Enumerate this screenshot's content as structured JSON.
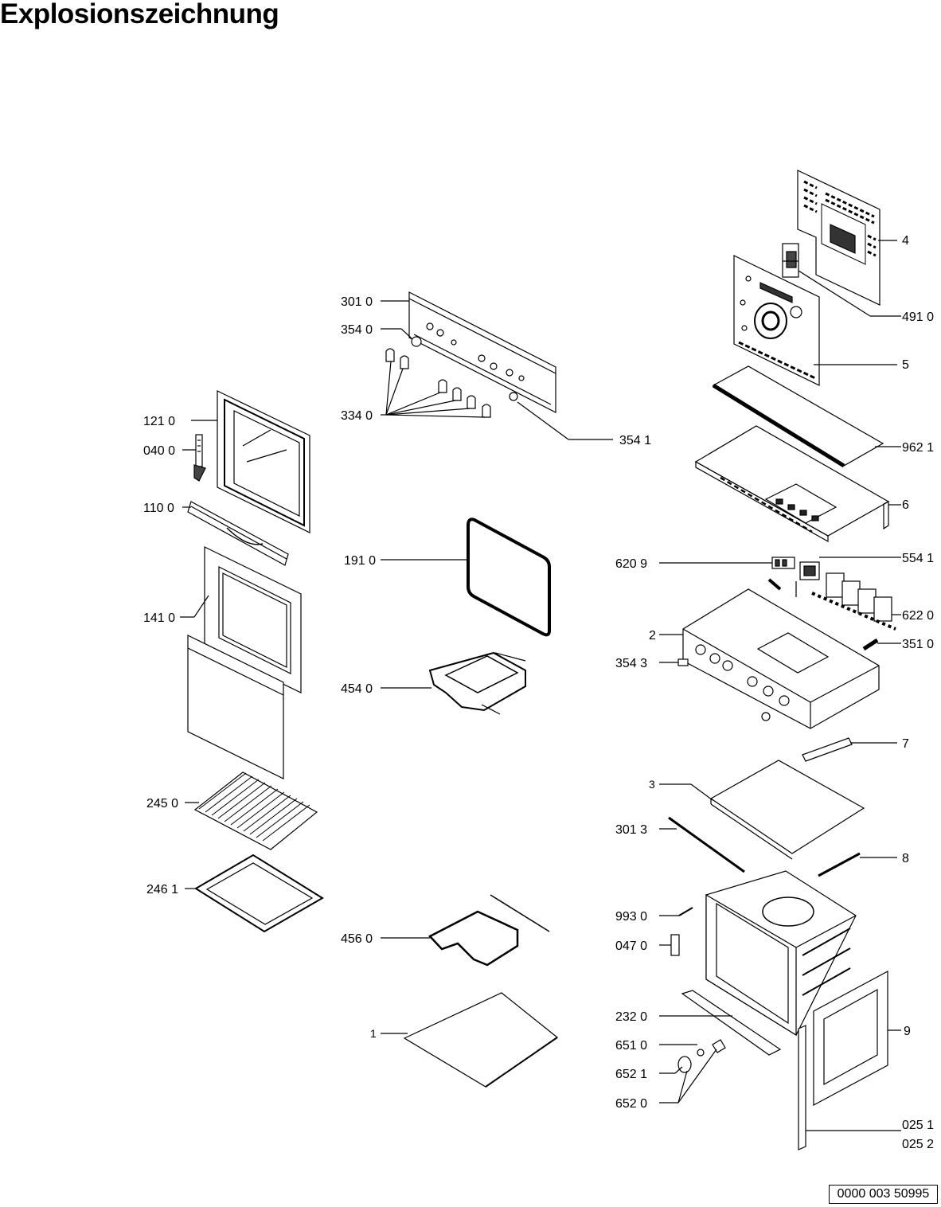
{
  "title": "Explosionszeichnung",
  "reference": "0000 003 50995",
  "labels": {
    "p4": "4",
    "p4910": "491 0",
    "p5": "5",
    "p3010": "301 0",
    "p3540": "354 0",
    "p3340": "334 0",
    "p3541": "354 1",
    "p9621": "962 1",
    "p1210": "121 0",
    "p0400": "040 0",
    "p6": "6",
    "p1100": "110 0",
    "p1910": "191 0",
    "p6209": "620 9",
    "p5541": "554 1",
    "p1410": "141 0",
    "p6220": "622 0",
    "p2": "2",
    "p3510": "351 0",
    "p3543": "354 3",
    "p4540": "454 0",
    "p7": "7",
    "p2450": "245 0",
    "p3": "3",
    "p3013": "301 3",
    "p8": "8",
    "p2461": "246 1",
    "p9930": "993 0",
    "p4560": "456 0",
    "p0470": "047 0",
    "p2320": "232 0",
    "p1": "1",
    "p9": "9",
    "p6510": "651 0",
    "p6521": "652 1",
    "p6520": "652 0",
    "p0251": "025 1",
    "p0252": "025 2"
  }
}
